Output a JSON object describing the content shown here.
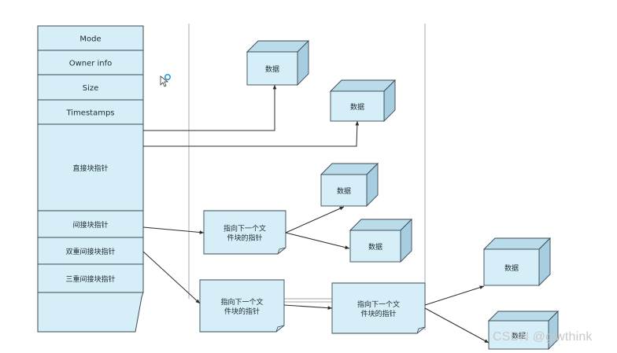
{
  "inode": {
    "fields": [
      {
        "id": "mode",
        "label": "Mode"
      },
      {
        "id": "owner",
        "label": "Owner info"
      },
      {
        "id": "size",
        "label": "Size"
      },
      {
        "id": "timestamps",
        "label": "Timestamps"
      },
      {
        "id": "direct",
        "label": "直接块指针"
      },
      {
        "id": "indirect",
        "label": "间接块指针"
      },
      {
        "id": "double",
        "label": "双重间接块指针"
      },
      {
        "id": "triple",
        "label": "三重间接块指针"
      },
      {
        "id": "tail",
        "label": ""
      }
    ]
  },
  "data_blocks": [
    {
      "id": "d1",
      "label": "数据"
    },
    {
      "id": "d2",
      "label": "数据"
    },
    {
      "id": "d3",
      "label": "数据"
    },
    {
      "id": "d4",
      "label": "数据"
    },
    {
      "id": "d5",
      "label": "数据"
    },
    {
      "id": "d6",
      "label": "数据"
    }
  ],
  "pointer_blocks": [
    {
      "id": "p1",
      "lines": [
        "指向下一个文",
        "件块的指针"
      ]
    },
    {
      "id": "p2",
      "lines": [
        "指向下一个文",
        "件块的指针"
      ]
    },
    {
      "id": "p3",
      "lines": [
        "指向下一个文",
        "件块的指针"
      ]
    }
  ],
  "watermark": "CSDN @gjwthink",
  "colors": {
    "fill": "#d6eef8",
    "cube_top": "#b9dbea",
    "cube_side": "#a6cde0",
    "stroke": "#3a4a55",
    "line": "#2d2d2d",
    "frame": "#b8b8b8",
    "cursor_ring": "#2a9ad8"
  }
}
